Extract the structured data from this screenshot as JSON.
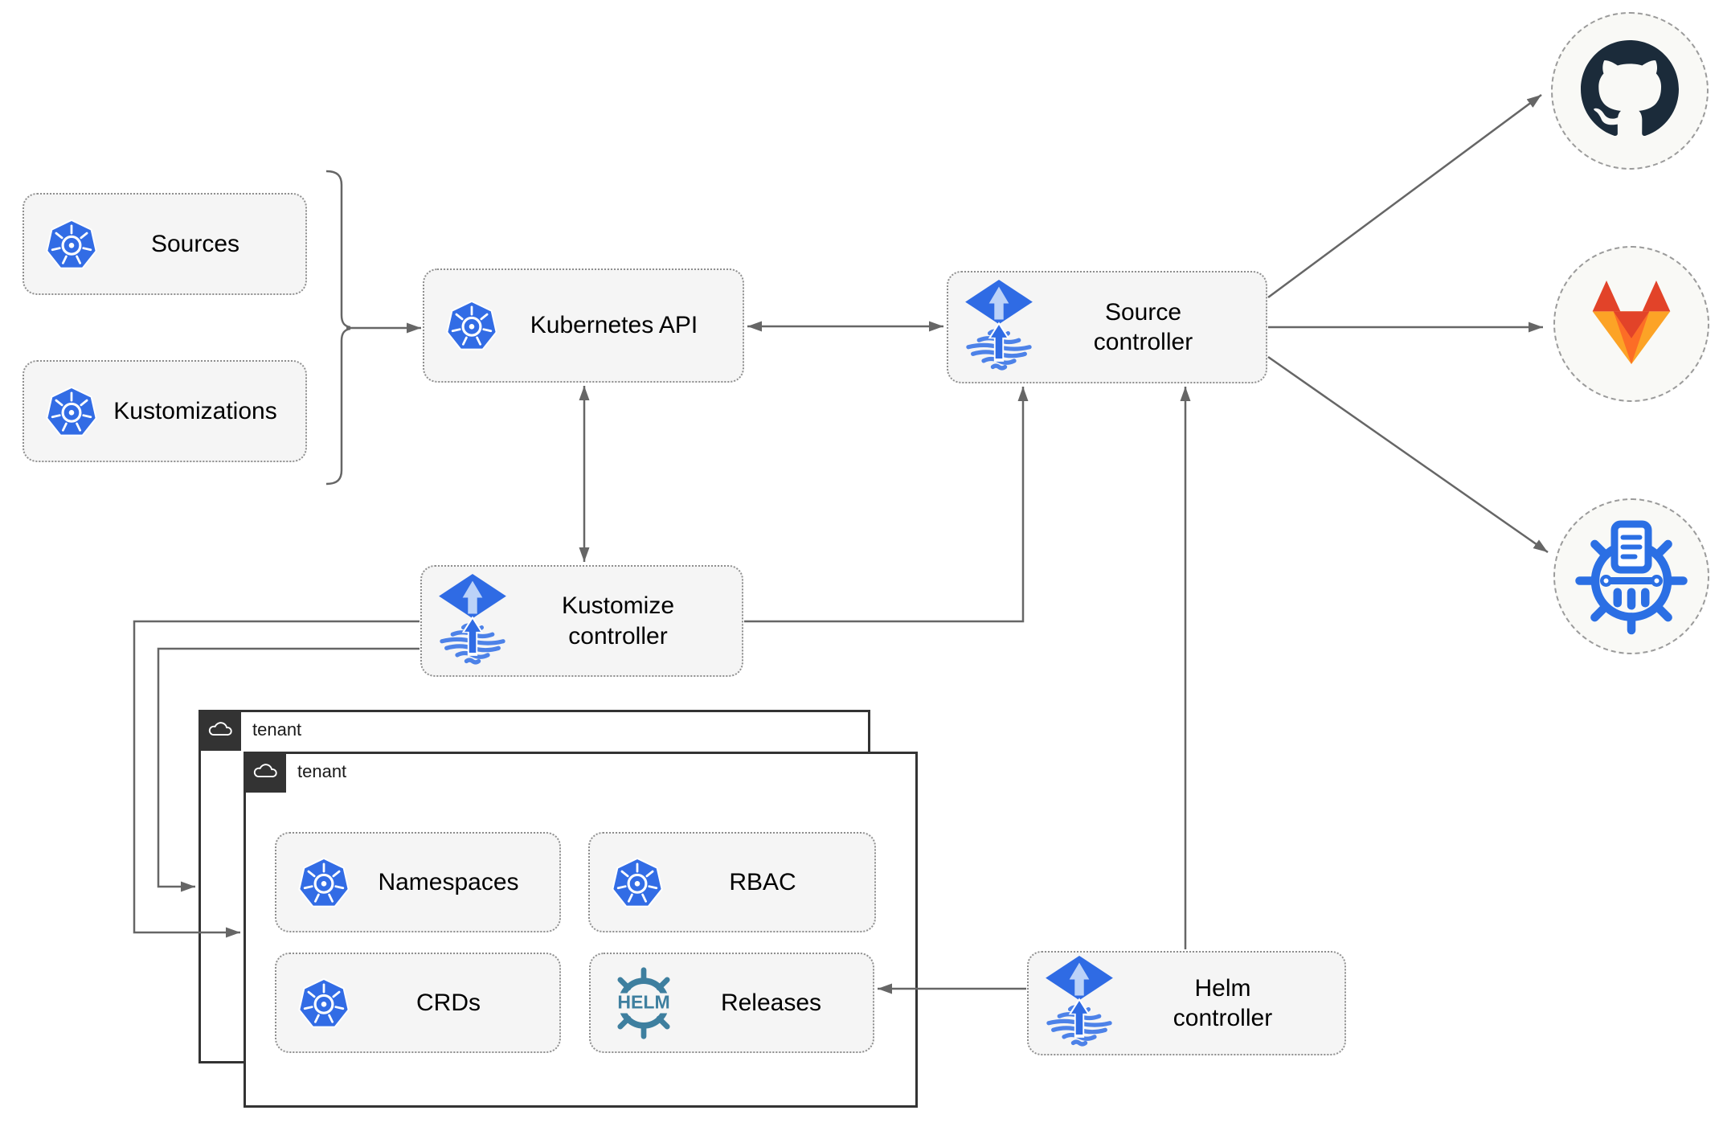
{
  "nodes": {
    "sources": {
      "label": "Sources",
      "icon": "kubernetes"
    },
    "kustomizations": {
      "label": "Kustomizations",
      "icon": "kubernetes"
    },
    "kubernetes_api": {
      "label": "Kubernetes API",
      "icon": "kubernetes"
    },
    "source_controller": {
      "label": "Source\ncontroller",
      "icon": "flux"
    },
    "kustomize_controller": {
      "label": "Kustomize\ncontroller",
      "icon": "flux"
    },
    "helm_controller": {
      "label": "Helm\ncontroller",
      "icon": "flux"
    },
    "namespaces": {
      "label": "Namespaces",
      "icon": "kubernetes"
    },
    "rbac": {
      "label": "RBAC",
      "icon": "kubernetes"
    },
    "crds": {
      "label": "CRDs",
      "icon": "kubernetes"
    },
    "releases": {
      "label": "Releases",
      "icon": "helm"
    },
    "tenant_outer": {
      "label": "tenant",
      "icon": "cloud"
    },
    "tenant_inner": {
      "label": "tenant",
      "icon": "cloud"
    }
  },
  "endpoints": {
    "github": {
      "icon": "github-octocat-icon"
    },
    "gitlab": {
      "icon": "gitlab-fox-icon"
    },
    "chartmuseum": {
      "icon": "chartmuseum-wheel-icon"
    }
  },
  "helm_logo_text": "HELM",
  "connections": [
    {
      "from": "sources_and_kustomizations",
      "to": "kubernetes_api",
      "type": "arrow"
    },
    {
      "from": "kubernetes_api",
      "to": "source_controller",
      "type": "double-arrow"
    },
    {
      "from": "kubernetes_api",
      "to": "kustomize_controller",
      "type": "double-arrow"
    },
    {
      "from": "kustomize_controller",
      "to": "source_controller",
      "type": "arrow"
    },
    {
      "from": "kustomize_controller",
      "to": "tenant_outer",
      "type": "arrow"
    },
    {
      "from": "kustomize_controller",
      "to": "tenant_inner",
      "type": "arrow"
    },
    {
      "from": "helm_controller",
      "to": "source_controller",
      "type": "arrow"
    },
    {
      "from": "helm_controller",
      "to": "releases",
      "type": "arrow"
    },
    {
      "from": "source_controller",
      "to": "github",
      "type": "arrow"
    },
    {
      "from": "source_controller",
      "to": "gitlab",
      "type": "arrow"
    },
    {
      "from": "source_controller",
      "to": "chartmuseum",
      "type": "arrow"
    }
  ],
  "colors": {
    "k8s_blue": "#326CE5",
    "flux_blue": "#2F6BE4",
    "flux_stripe": "#4D82E8",
    "flux_arrow_light": "#BBD2F8",
    "helm_teal": "#3E7F9F",
    "github_dark": "#1B2B3A",
    "gitlab_red": "#E24329",
    "gitlab_orange": "#FC6D26",
    "gitlab_amber": "#FCA326",
    "cm_blue": "#2B6FE4",
    "wire_gray": "#666666",
    "node_fill": "#F5F5F5",
    "node_border": "#8F8F8F",
    "tenant_dark": "#333333"
  }
}
